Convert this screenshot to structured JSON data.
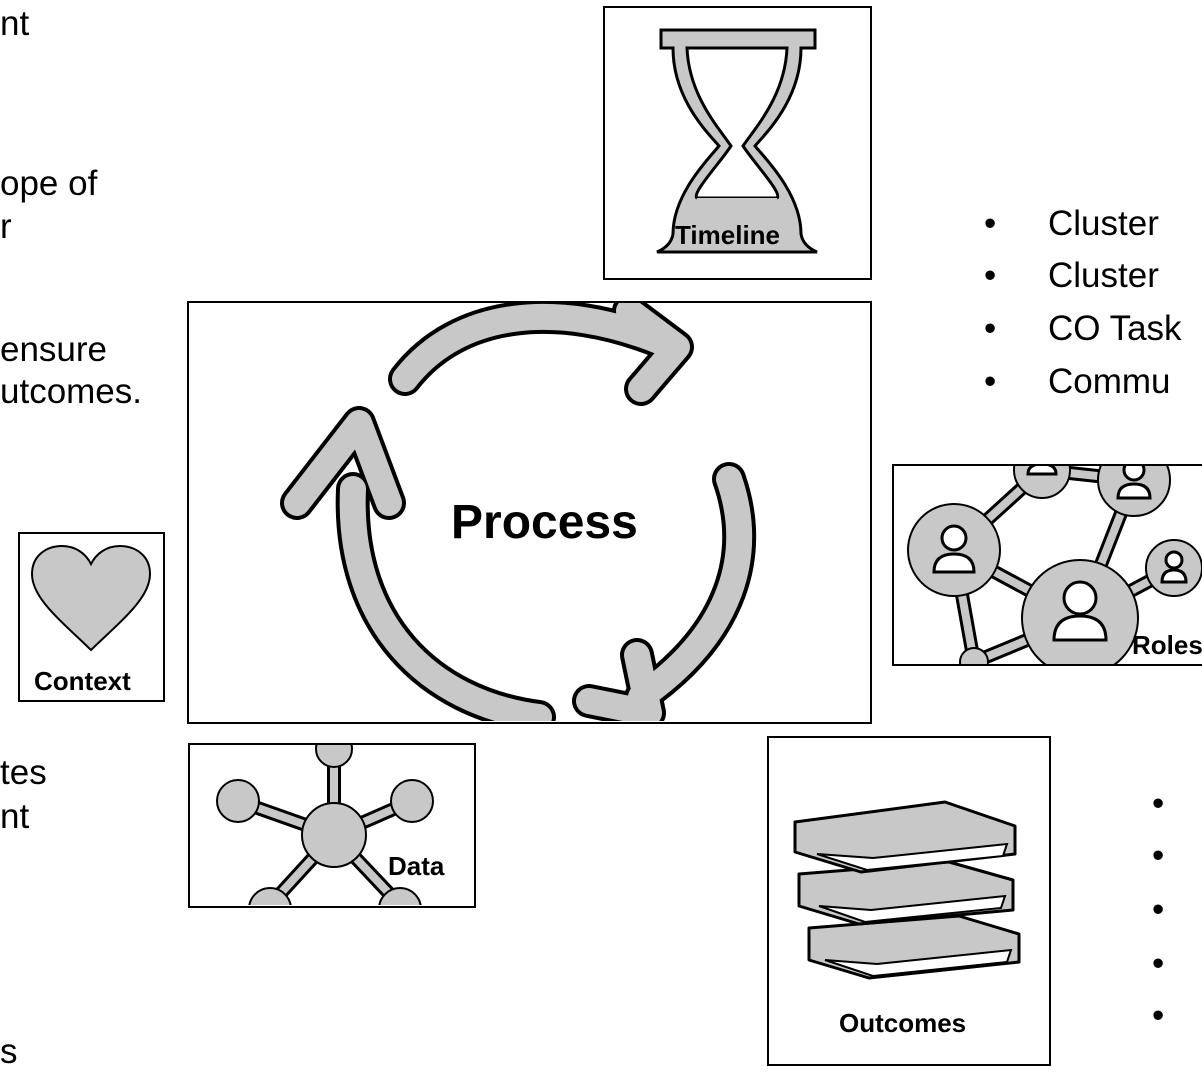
{
  "left_text": {
    "fragments": [
      "nt",
      "ope of",
      "r",
      " ensure",
      "utcomes.",
      "tes",
      "nt",
      "s"
    ]
  },
  "labels": {
    "timeline": "Timeline",
    "process": "Process",
    "context": "Context",
    "data": "Data",
    "roles": "Roles",
    "outcomes": "Outcomes"
  },
  "right_top_bullets": [
    "Cluster",
    "Cluster",
    "CO Task",
    "Commu"
  ],
  "right_bottom_bullets": [
    "",
    "",
    "",
    "",
    ""
  ],
  "bullet_char": "•",
  "colors": {
    "icon_fill": "#c8c8c8",
    "stroke": "#000000"
  }
}
